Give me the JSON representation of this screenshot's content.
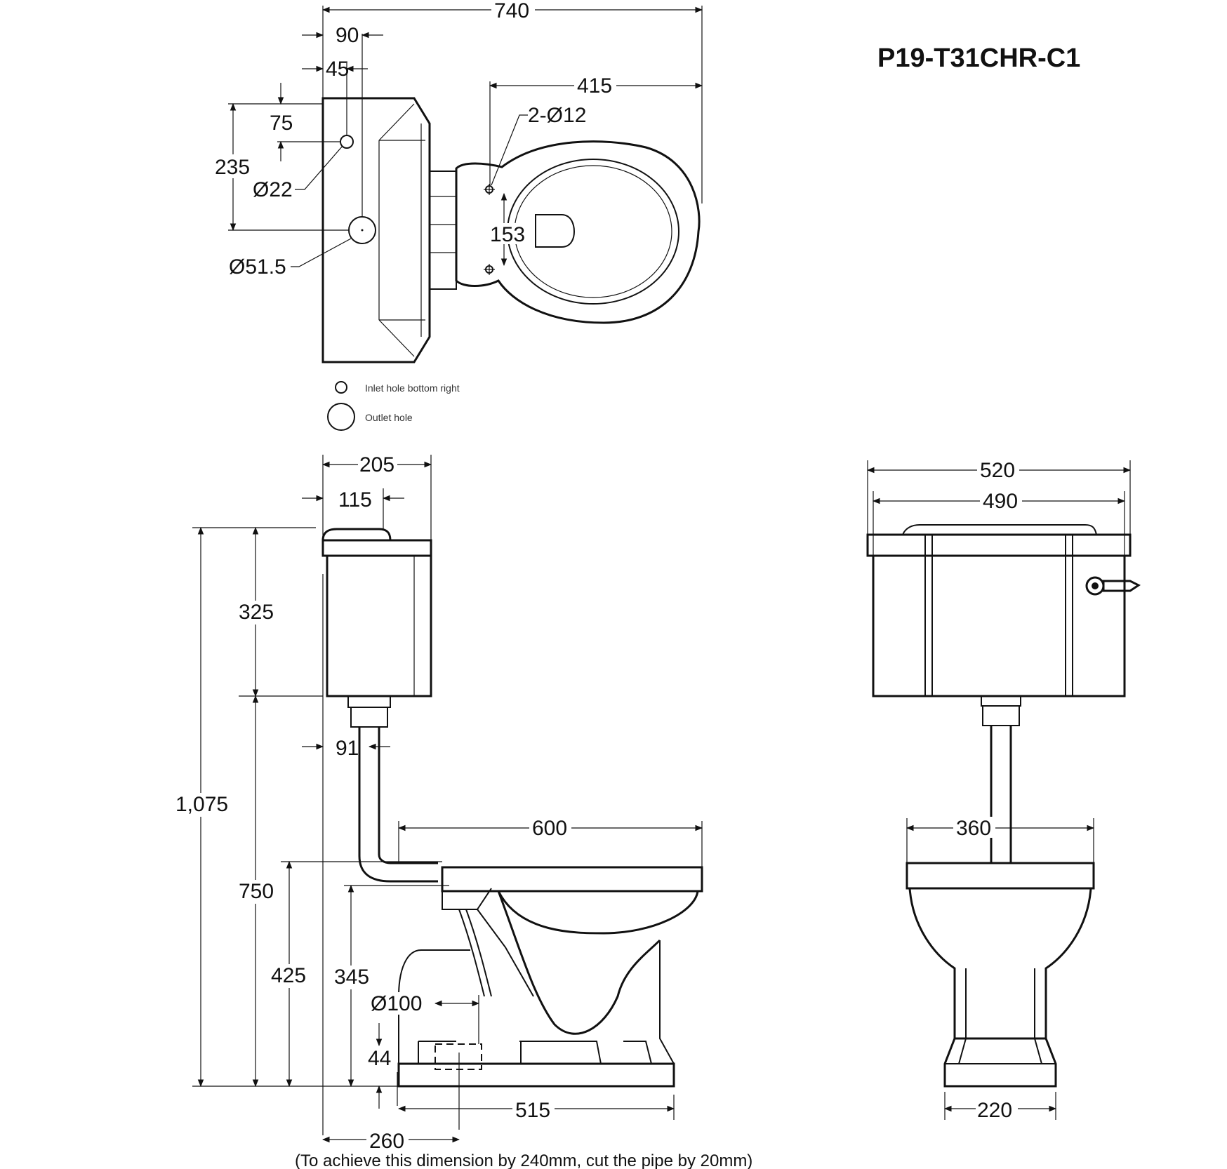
{
  "title": "P19-T31CHR-C1",
  "legend": {
    "inlet": "Inlet hole bottom right",
    "outlet": "Outlet hole"
  },
  "plan_dims": {
    "d740": "740",
    "d90": "90",
    "d45": "45",
    "d415": "415",
    "d2012": "2-Ø12",
    "d75": "75",
    "d235": "235",
    "d22": "Ø22",
    "d153": "153",
    "d515a": "Ø51.5"
  },
  "side_dims": {
    "d205": "205",
    "d115": "115",
    "d325": "325",
    "d91": "91",
    "d1075": "1,075",
    "d600": "600",
    "d750": "750",
    "d425": "425",
    "d345": "345",
    "d100": "Ø100",
    "d44": "44",
    "d515": "515",
    "d260": "260"
  },
  "front_dims": {
    "d520": "520",
    "d490": "490",
    "d360": "360",
    "d220": "220"
  },
  "note": "(To achieve this dimension by 240mm, cut the pipe by 20mm)"
}
